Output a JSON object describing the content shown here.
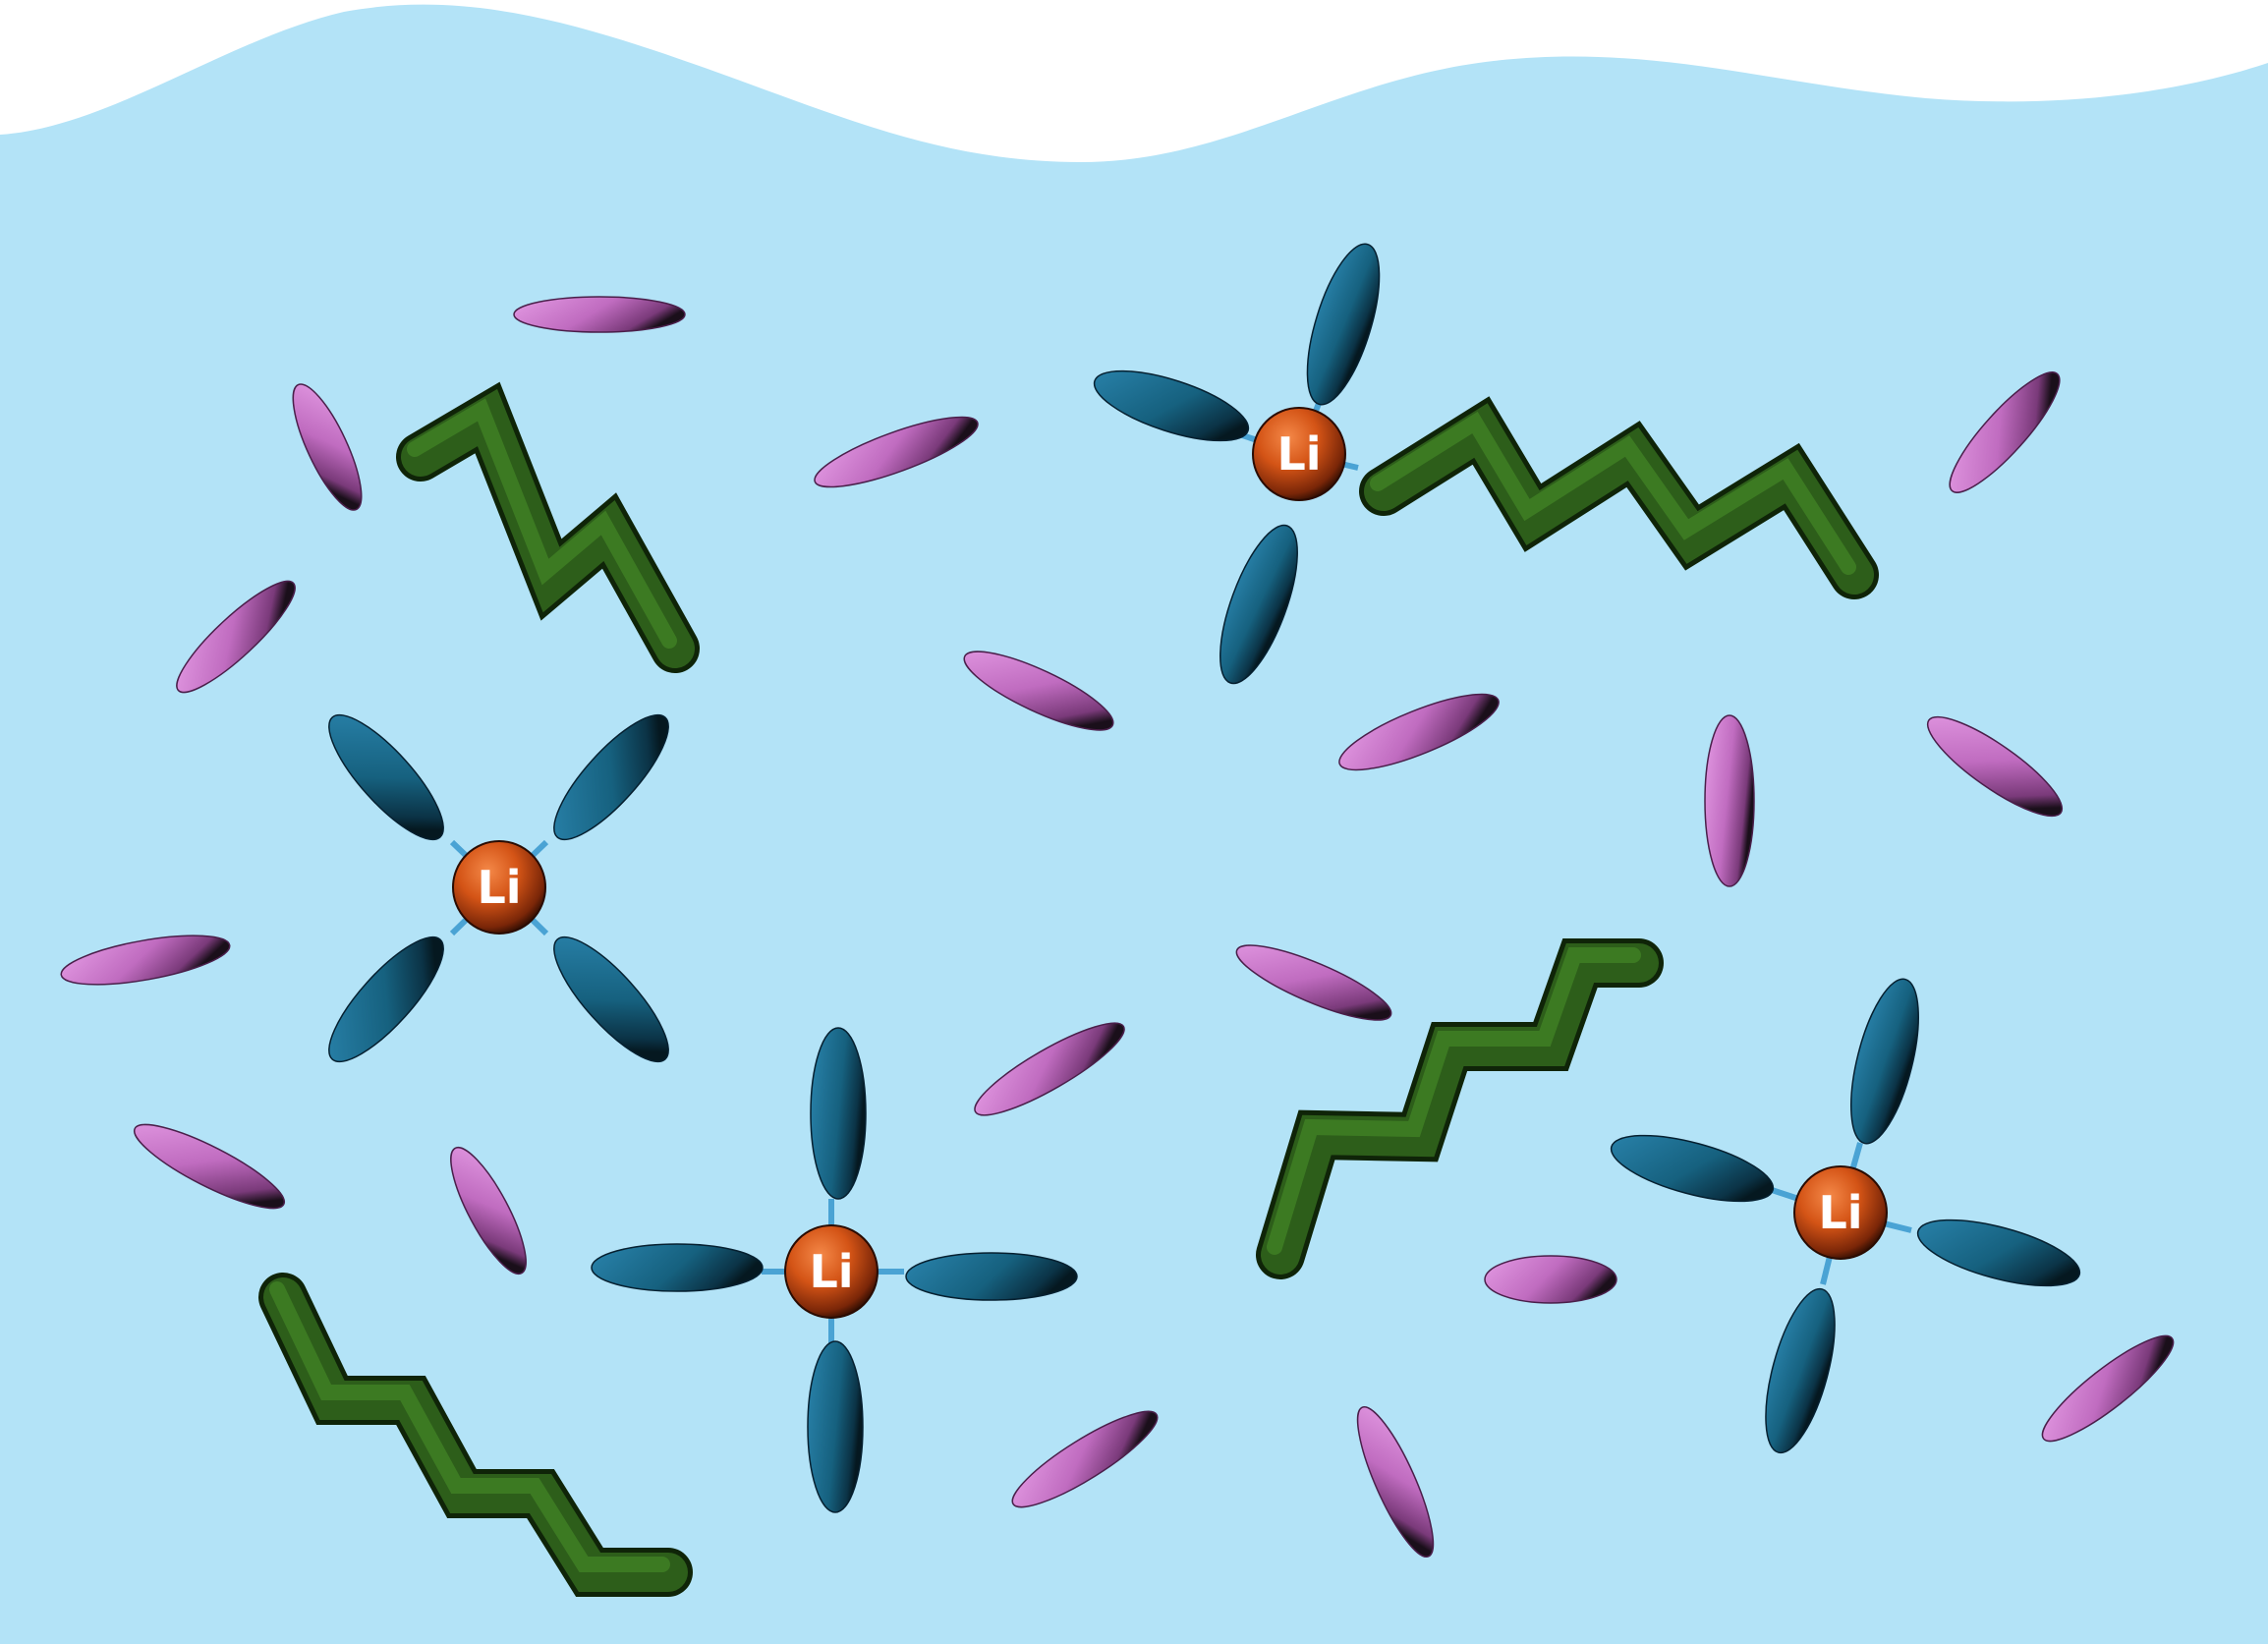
{
  "diagram": {
    "title": "",
    "colors": {
      "liquid": "#b3e3f7",
      "lithium_ion": "#c7461a",
      "solvent_molecule": "#c774c7",
      "coordinated_solvent": "#176b8f",
      "alkyl_chain": "#3f7f24",
      "bond": "#4aa3d4"
    },
    "lithium_complexes": [
      {
        "label": "Li",
        "name": "li-ion-top-center"
      },
      {
        "label": "Li",
        "name": "li-ion-middle-left"
      },
      {
        "label": "Li",
        "name": "li-ion-bottom-center"
      },
      {
        "label": "Li",
        "name": "li-ion-bottom-right"
      }
    ]
  }
}
